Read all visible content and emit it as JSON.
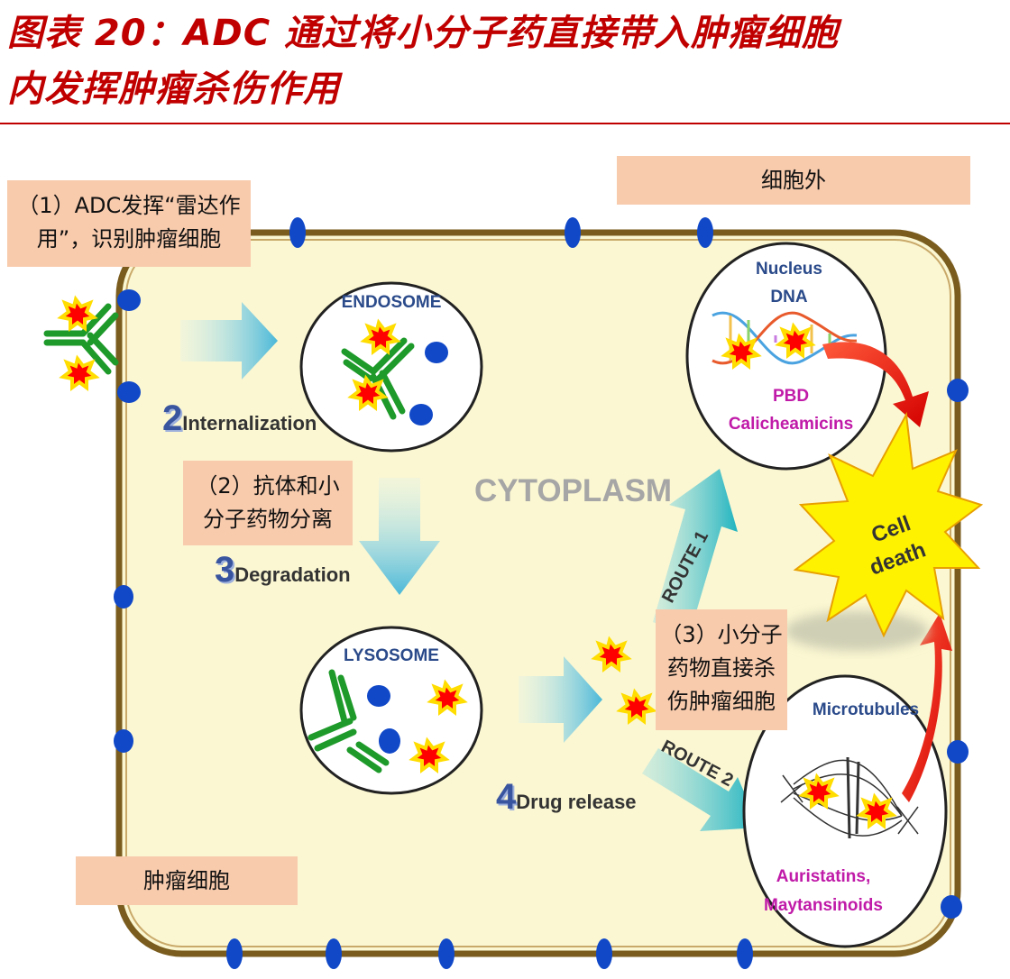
{
  "title": {
    "line1": "图表 20：ADC 通过将小分子药直接带入肿瘤细胞",
    "line2": "内发挥肿瘤杀伤作用"
  },
  "tags": {
    "extracellular": "细胞外",
    "step1": [
      "（1）ADC发挥“雷达作",
      "用”，识别肿瘤细胞"
    ],
    "step2": [
      "（2）抗体和小",
      "分子药物分离"
    ],
    "step3": [
      "（3）小分子",
      "药物直接杀",
      "伤肿瘤细胞"
    ],
    "tumor_cell": "肿瘤细胞"
  },
  "diagram": {
    "cytoplasm": "CYTOPLASM",
    "endosome": "ENDOSOME",
    "lysosome": "LYSOSOME",
    "nucleus": [
      "Nucleus",
      "DNA"
    ],
    "nucleus_drugs": [
      "PBD",
      "Calicheamicins"
    ],
    "microtubules": "Microtubules",
    "microtubule_drugs": [
      "Auristatins,",
      "Maytansinoids"
    ],
    "route1": "ROUTE 1",
    "route2": "ROUTE 2",
    "cell_death": [
      "Cell",
      "death"
    ],
    "steps": [
      {
        "num": "2",
        "label": "Internalization"
      },
      {
        "num": "3",
        "label": "Degradation"
      },
      {
        "num": "4",
        "label": "Drug release"
      }
    ]
  },
  "colors": {
    "title_red": "#c00000",
    "tag_fill": "#f8cbad",
    "cell_fill": "#fbf7d2",
    "membrane": "#7a5c1e",
    "receptor_blue": "#1048c8",
    "antibody_green": "#1e9a2a",
    "arrow_teal": "#2fb7c4",
    "death_yellow": "#fff200"
  }
}
